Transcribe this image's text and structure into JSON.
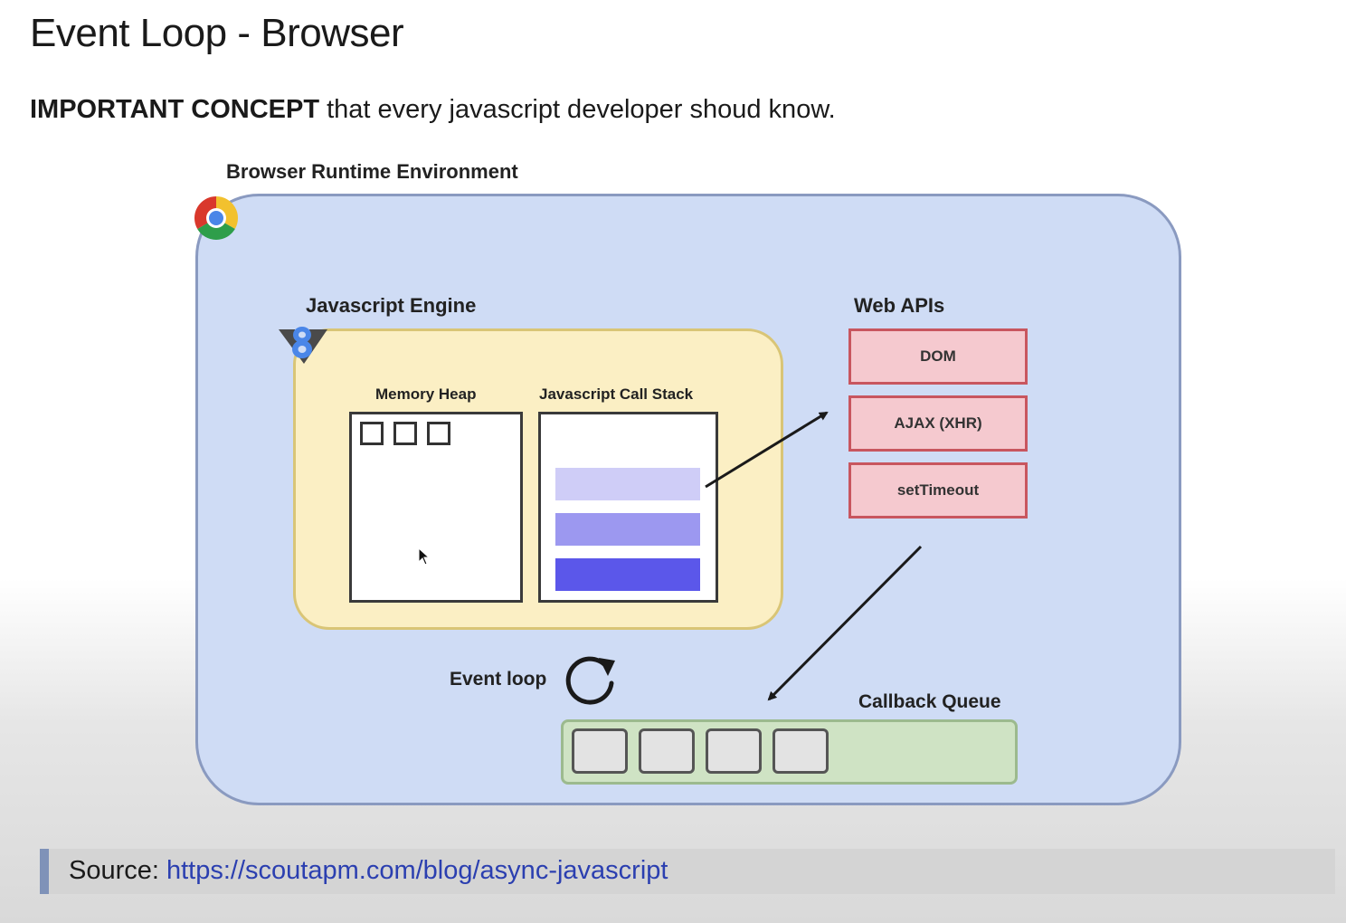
{
  "slide": {
    "title": "Event Loop - Browser",
    "subtitle_bold": "IMPORTANT CONCEPT",
    "subtitle_rest": " that every javascript developer shoud know."
  },
  "diagram": {
    "runtime_label": "Browser Runtime Environment",
    "engine_label": "Javascript Engine",
    "memory_heap_label": "Memory Heap",
    "call_stack_label": "Javascript Call Stack",
    "web_apis_label": "Web APIs",
    "web_apis": [
      "DOM",
      "AJAX (XHR)",
      "setTimeout"
    ],
    "event_loop_label": "Event loop",
    "callback_queue_label": "Callback Queue",
    "colors": {
      "runtime_fill": "#cfdcf5",
      "engine_fill": "#fbefc4",
      "web_api_fill": "#f5c9cf",
      "queue_fill": "#cfe3c4",
      "stack_frames": [
        "#cfcdf7",
        "#9c98f0",
        "#5b57ea"
      ]
    },
    "icons": [
      "chrome-logo-icon",
      "v8-engine-logo-icon",
      "event-loop-cycle-icon",
      "mouse-cursor-icon"
    ]
  },
  "source": {
    "prefix": "Source: ",
    "link": "https://scoutapm.com/blog/async-javascript"
  }
}
